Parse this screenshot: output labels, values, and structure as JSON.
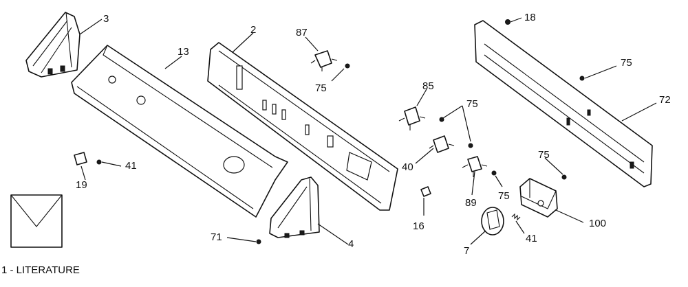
{
  "callouts": {
    "c3": "3",
    "c2": "2",
    "c87": "87",
    "c18": "18",
    "c13": "13",
    "c75a": "75",
    "c75b": "75",
    "c85": "85",
    "c75c": "75",
    "c72": "72",
    "c40": "40",
    "c75d": "75",
    "c41a": "41",
    "c19": "19",
    "c89": "89",
    "c75e": "75",
    "c16": "16",
    "c100": "100",
    "c71": "71",
    "c4": "4",
    "c7": "7",
    "c41b": "41"
  },
  "literature_caption": "1 - LITERATURE"
}
